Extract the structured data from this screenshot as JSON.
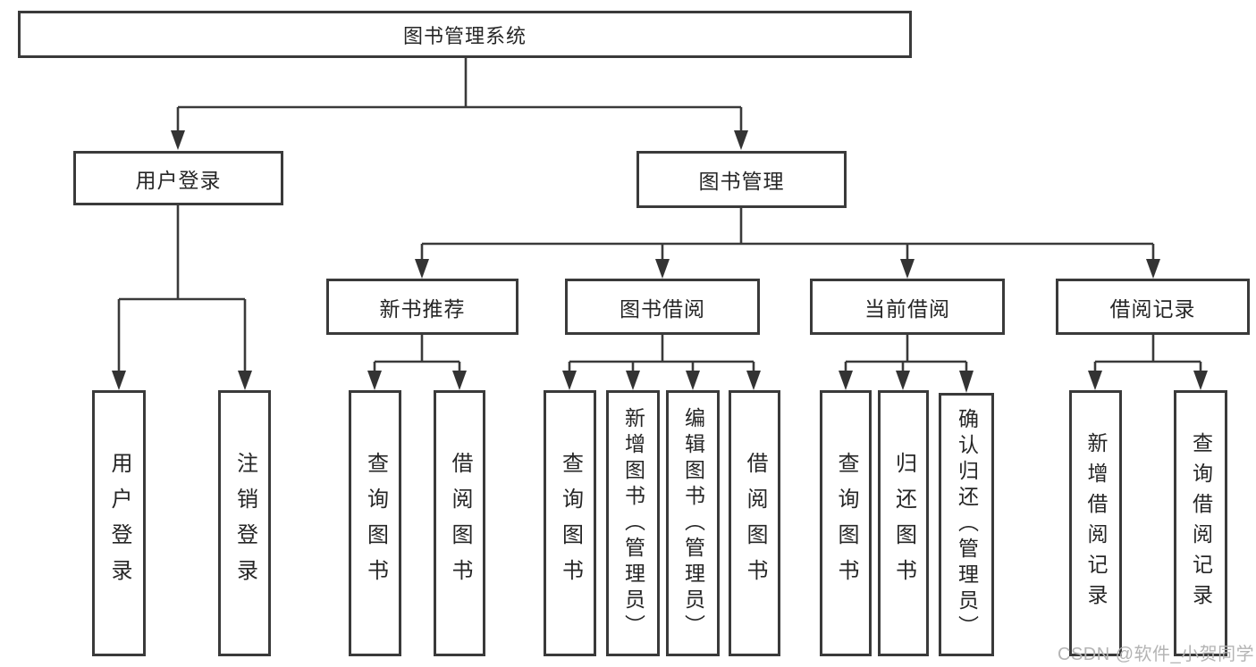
{
  "palette": {
    "line_color": "#3a3a3a",
    "text_color": "#262626",
    "box_background": "#ffffff",
    "watermark_color": "#b4b4b4"
  },
  "diagram": {
    "root": {
      "label": "图书管理系统"
    },
    "branches": [
      {
        "label": "用户登录",
        "children": [
          {
            "label": "用户登录"
          },
          {
            "label": "注销登录"
          }
        ]
      },
      {
        "label": "图书管理",
        "children": [
          {
            "label": "新书推荐",
            "children": [
              {
                "label": "查询图书"
              },
              {
                "label": "借阅图书"
              }
            ]
          },
          {
            "label": "图书借阅",
            "children": [
              {
                "label": "查询图书"
              },
              {
                "label": "新增图书（管理员）"
              },
              {
                "label": "编辑图书（管理员）"
              },
              {
                "label": "借阅图书"
              }
            ]
          },
          {
            "label": "当前借阅",
            "children": [
              {
                "label": "查询图书"
              },
              {
                "label": "归还图书"
              },
              {
                "label": "确认归还（管理员）"
              }
            ]
          },
          {
            "label": "借阅记录",
            "children": [
              {
                "label": "新增借阅记录"
              },
              {
                "label": "查询借阅记录"
              }
            ]
          }
        ]
      }
    ]
  },
  "watermark": {
    "text": "CSDN @软件_小贺同学"
  }
}
